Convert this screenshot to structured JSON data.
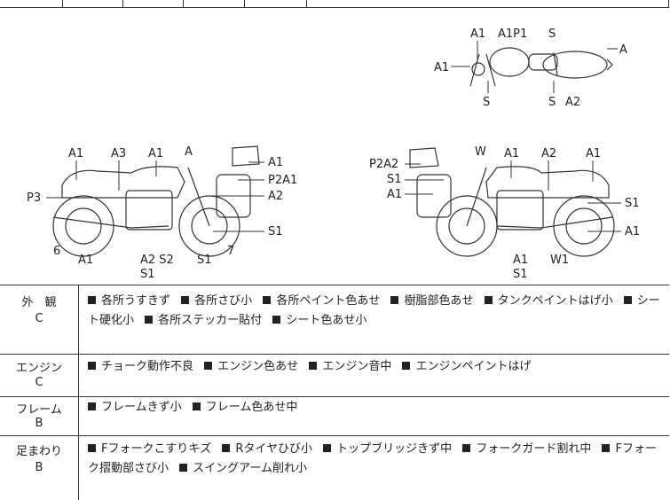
{
  "diagram_labels": {
    "top": [
      "A1",
      "A1P1",
      "S",
      "A",
      "A1",
      "S",
      "S",
      "A2"
    ],
    "left": [
      "A1",
      "A3",
      "A1",
      "A",
      "A1",
      "P2A1",
      "A2",
      "P3",
      "6",
      "A1",
      "A2 S2",
      "S1",
      "S1",
      "7",
      "S1"
    ],
    "right": [
      "W",
      "A1",
      "A2",
      "A1",
      "P2A2",
      "S1",
      "A1",
      "S1",
      "A1",
      "A1",
      "S1",
      "W1"
    ]
  },
  "conditions": [
    {
      "category": "外　観",
      "grade": "C",
      "items": [
        "各所うすきず",
        "各所さび小",
        "各所ペイント色あせ",
        "樹脂部色あせ",
        "タンクペイントはげ小",
        "シート硬化小",
        "各所ステッカー貼付",
        "シート色あせ小"
      ]
    },
    {
      "category": "エンジン",
      "grade": "C",
      "items": [
        "チョーク動作不良",
        "エンジン色あせ",
        "エンジン音中",
        "エンジンペイントはげ"
      ]
    },
    {
      "category": "フレーム",
      "grade": "B",
      "items": [
        "フレームきず小",
        "フレーム色あせ中"
      ]
    },
    {
      "category": "足まわり",
      "grade": "B",
      "items": [
        "Fフォークこすりキズ",
        "Rタイヤひび小",
        "トップブリッジきず中",
        "フォークガード割れ中",
        "Fフォーク摺動部さび小",
        "スイングアーム削れ小"
      ]
    }
  ]
}
